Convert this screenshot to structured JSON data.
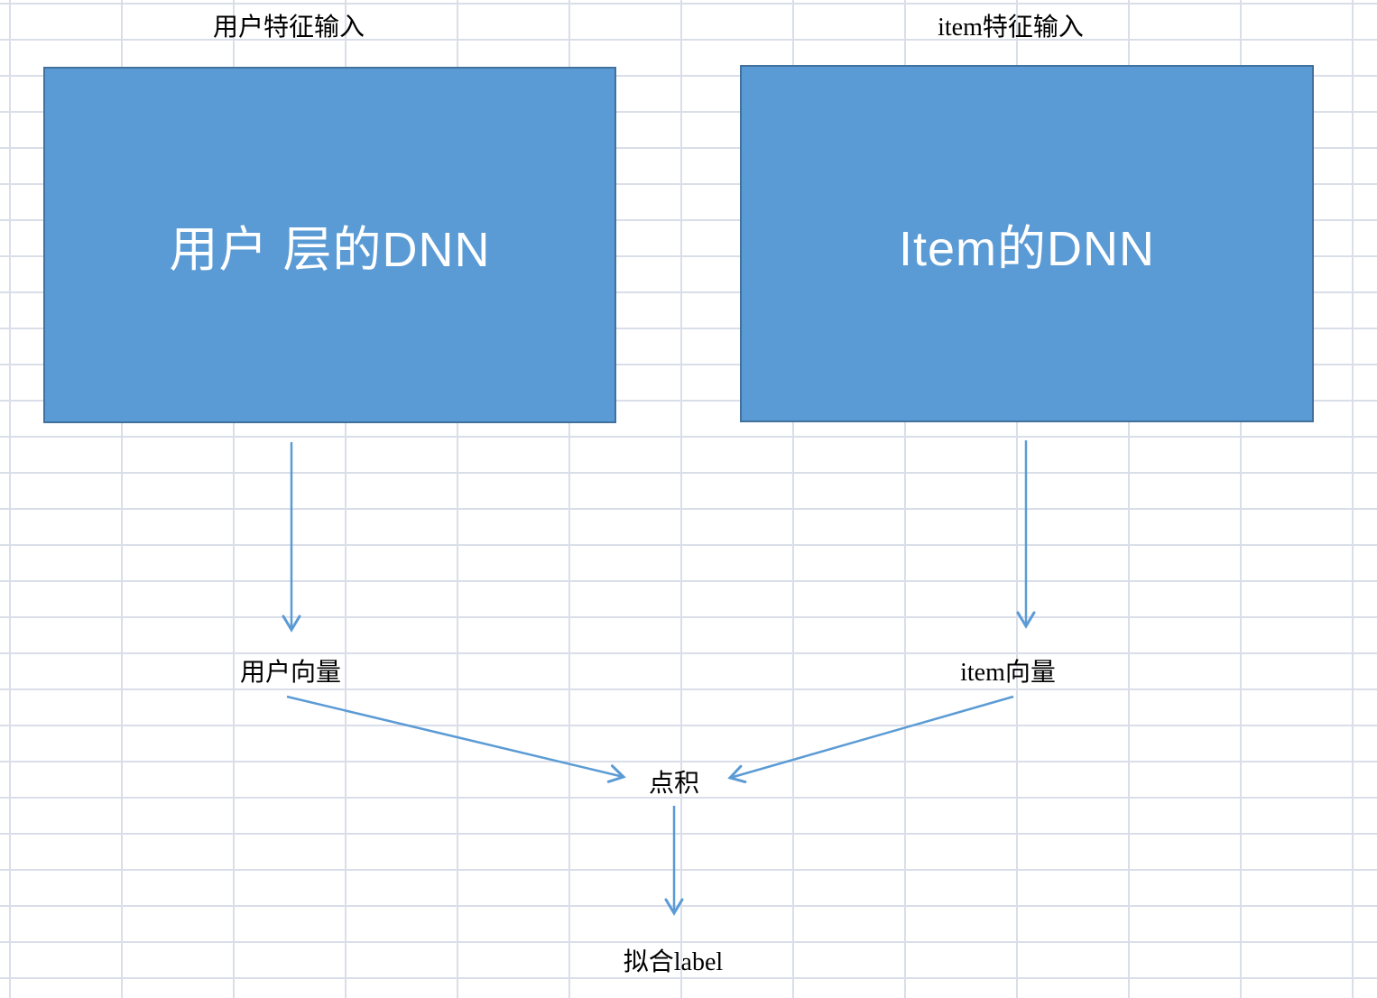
{
  "colors": {
    "box_fill": "#5b9bd5",
    "box_border": "#41719c",
    "arrow": "#5b9bd5",
    "grid_line": "#d9dee9",
    "text": "#000000",
    "box_text": "#ffffff",
    "background": "#ffffff"
  },
  "diagram": {
    "user_branch": {
      "input_label": "用户特征输入",
      "dnn_box_label": "用户 层的DNN",
      "vector_label": "用户向量"
    },
    "item_branch": {
      "input_label": "item特征输入",
      "dnn_box_label": "Item的DNN",
      "vector_label": "item向量"
    },
    "merge": {
      "dot_product_label": "点积",
      "output_label": "拟合label"
    }
  }
}
